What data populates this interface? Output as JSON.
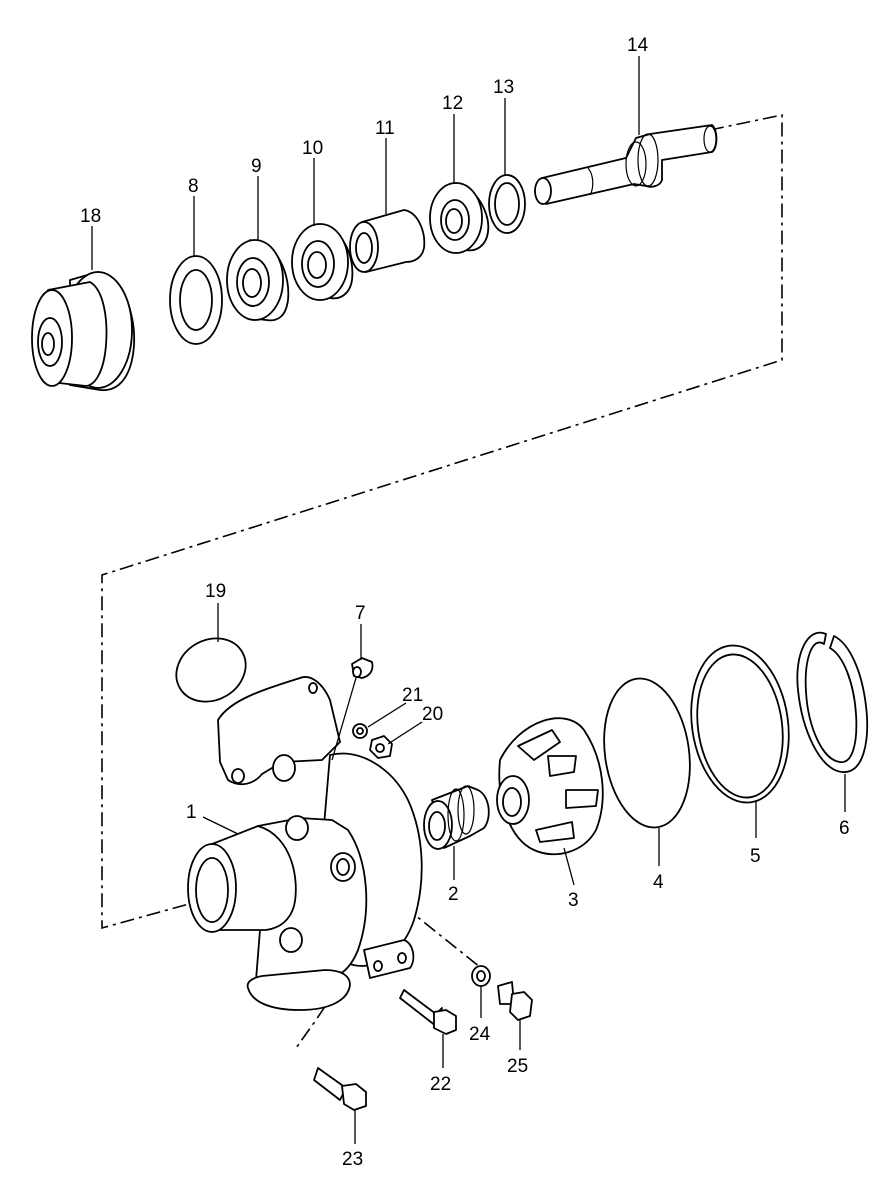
{
  "diagram": {
    "labels": {
      "p1": "1",
      "p2": "2",
      "p3": "3",
      "p4": "4",
      "p5": "5",
      "p6": "6",
      "p7": "7",
      "p8": "8",
      "p9": "9",
      "p10": "10",
      "p11": "11",
      "p12": "12",
      "p13": "13",
      "p14": "14",
      "p18": "18",
      "p19": "19",
      "p20": "20",
      "p21": "21",
      "p22": "22",
      "p23": "23",
      "p24": "24",
      "p25": "25"
    }
  }
}
